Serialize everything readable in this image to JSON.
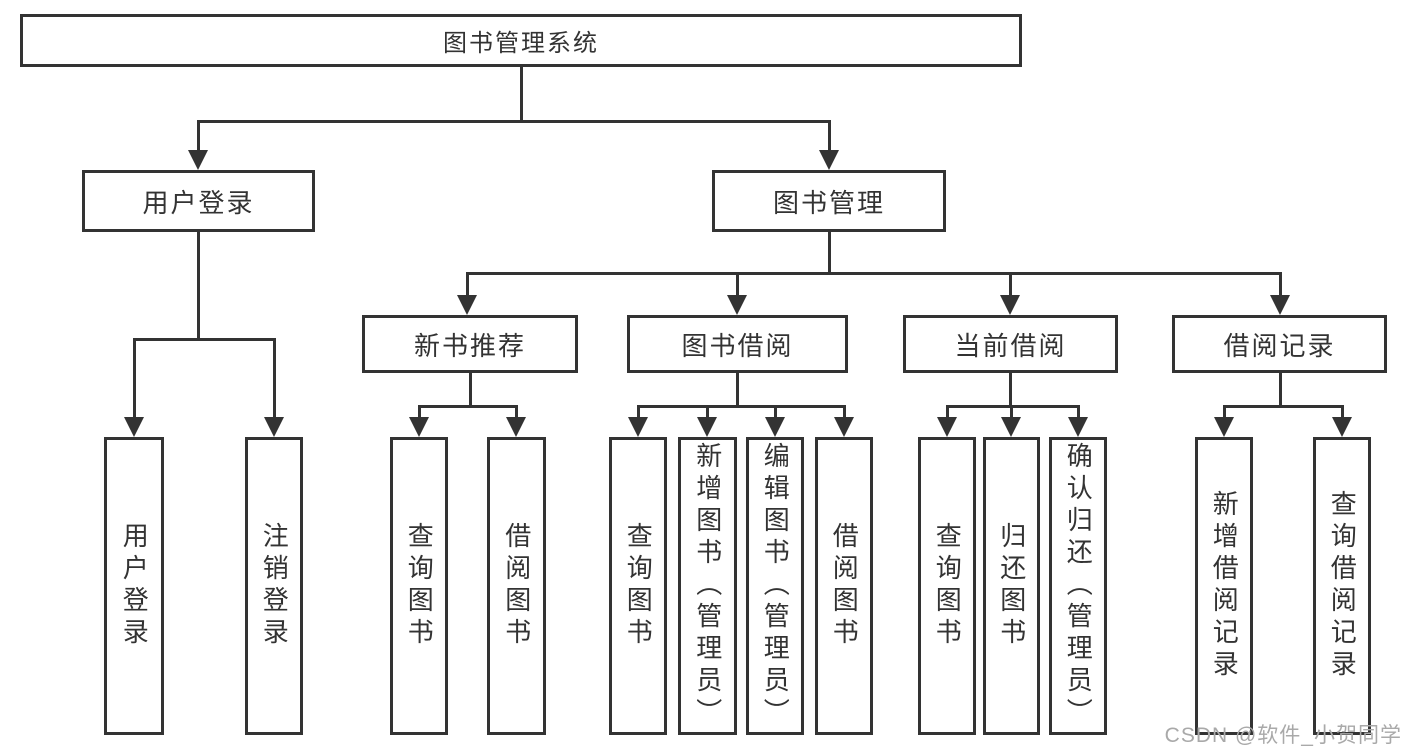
{
  "diagram": {
    "type": "hierarchy-tree",
    "tree": {
      "label": "图书管理系统",
      "children": [
        {
          "label": "用户登录",
          "children": [
            {
              "label": "用户登录"
            },
            {
              "label": "注销登录"
            }
          ]
        },
        {
          "label": "图书管理",
          "children": [
            {
              "label": "新书推荐",
              "children": [
                {
                  "label": "查询图书"
                },
                {
                  "label": "借阅图书"
                }
              ]
            },
            {
              "label": "图书借阅",
              "children": [
                {
                  "label": "查询图书"
                },
                {
                  "label": "新增图书（管理员）"
                },
                {
                  "label": "编辑图书（管理员）"
                },
                {
                  "label": "借阅图书"
                }
              ]
            },
            {
              "label": "当前借阅",
              "children": [
                {
                  "label": "查询图书"
                },
                {
                  "label": "归还图书"
                },
                {
                  "label": "确认归还（管理员）"
                }
              ]
            },
            {
              "label": "借阅记录",
              "children": [
                {
                  "label": "新增借阅记录"
                },
                {
                  "label": "查询借阅记录"
                }
              ]
            }
          ]
        }
      ]
    },
    "watermark": "CSDN @软件_小贺同学",
    "colors": {
      "line": "#333333",
      "node_border": "#333333",
      "text": "#333333",
      "watermark": "#a9a9a9",
      "background": "#ffffff"
    }
  }
}
